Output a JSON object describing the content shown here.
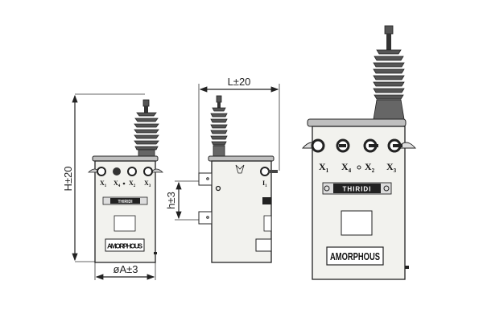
{
  "dimensions": {
    "height": "H±20",
    "diameter": "øA±3",
    "length": "L±20",
    "bracket_spacing": "h±3"
  },
  "terminals": [
    "X1",
    "X4",
    "X2",
    "X3"
  ],
  "terminal_labels": [
    {
      "letter": "X",
      "sub": "1"
    },
    {
      "letter": "X",
      "sub": "4"
    },
    {
      "letter": "X",
      "sub": "2"
    },
    {
      "letter": "X",
      "sub": "3"
    }
  ],
  "side_terminal_label": {
    "letter": "I",
    "sub": "1"
  },
  "brand_plate": "THIRIDI",
  "nameplate": "AMORPHOUS"
}
